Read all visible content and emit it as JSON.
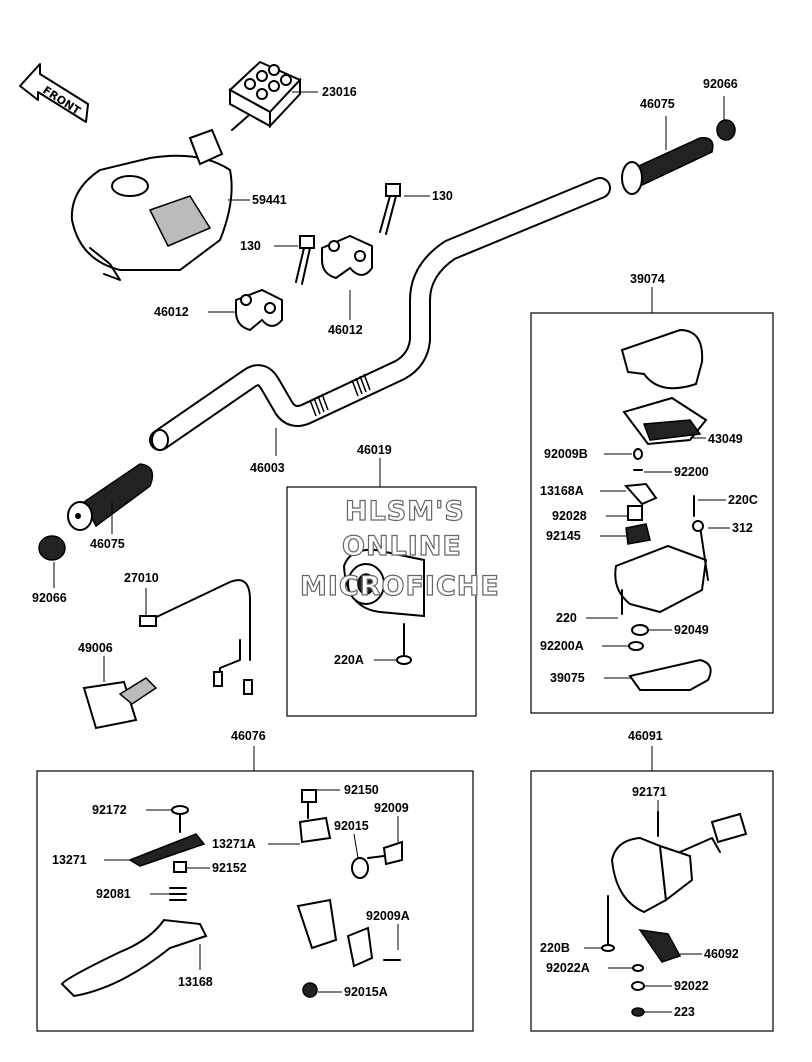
{
  "front_arrow": "FRONT",
  "watermark": [
    "HLSM'S",
    "ONLINE",
    "MICROFICHE"
  ],
  "labels": {
    "l23016": "23016",
    "l59441": "59441",
    "l130a": "130",
    "l130b": "130",
    "l46012a": "46012",
    "l46012b": "46012",
    "l46003": "46003",
    "l92066a": "92066",
    "l46075a": "46075",
    "l46075b": "46075",
    "l92066b": "92066",
    "l27010": "27010",
    "l49006": "49006",
    "l46019": "46019",
    "l220A": "220A",
    "l39074": "39074",
    "l43049": "43049",
    "l92009B": "92009B",
    "l92200": "92200",
    "l13168A": "13168A",
    "l220C": "220C",
    "l92028": "92028",
    "l312": "312",
    "l92145": "92145",
    "l220": "220",
    "l92049": "92049",
    "l92200A": "92200A",
    "l39075": "39075",
    "l46076": "46076",
    "l92172": "92172",
    "l92150": "92150",
    "l92009": "92009",
    "l13271A": "13271A",
    "l92015": "92015",
    "l13271": "13271",
    "l92152": "92152",
    "l92081": "92081",
    "l92009A": "92009A",
    "l13168": "13168",
    "l92015A": "92015A",
    "l46091": "46091",
    "l92171": "92171",
    "l220B": "220B",
    "l46092": "46092",
    "l92022A": "92022A",
    "l92022": "92022",
    "l223": "223"
  }
}
